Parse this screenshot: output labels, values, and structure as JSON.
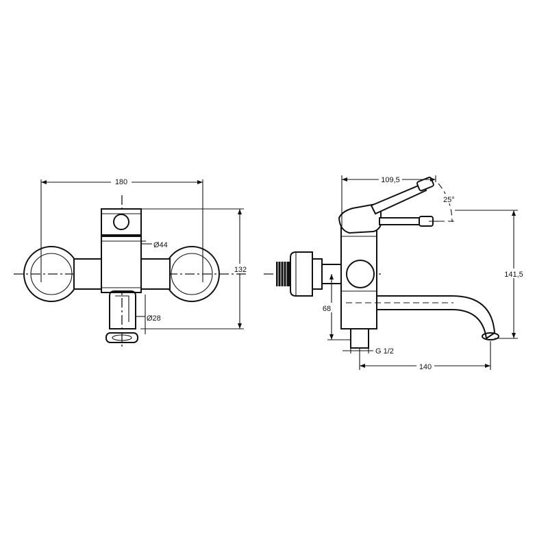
{
  "front_view": {
    "width_dim": "180",
    "height_dim": "132",
    "body_diameter": "Ø44",
    "outlet_diameter": "Ø28"
  },
  "side_view": {
    "lever_reach_dim": "109,5",
    "lever_angle": "25°",
    "total_height_dim": "141,5",
    "outlet_offset_dim": "68",
    "thread_size": "G 1/2",
    "spout_reach_dim": "140"
  },
  "colors": {
    "line": "#111111",
    "background": "#ffffff"
  }
}
